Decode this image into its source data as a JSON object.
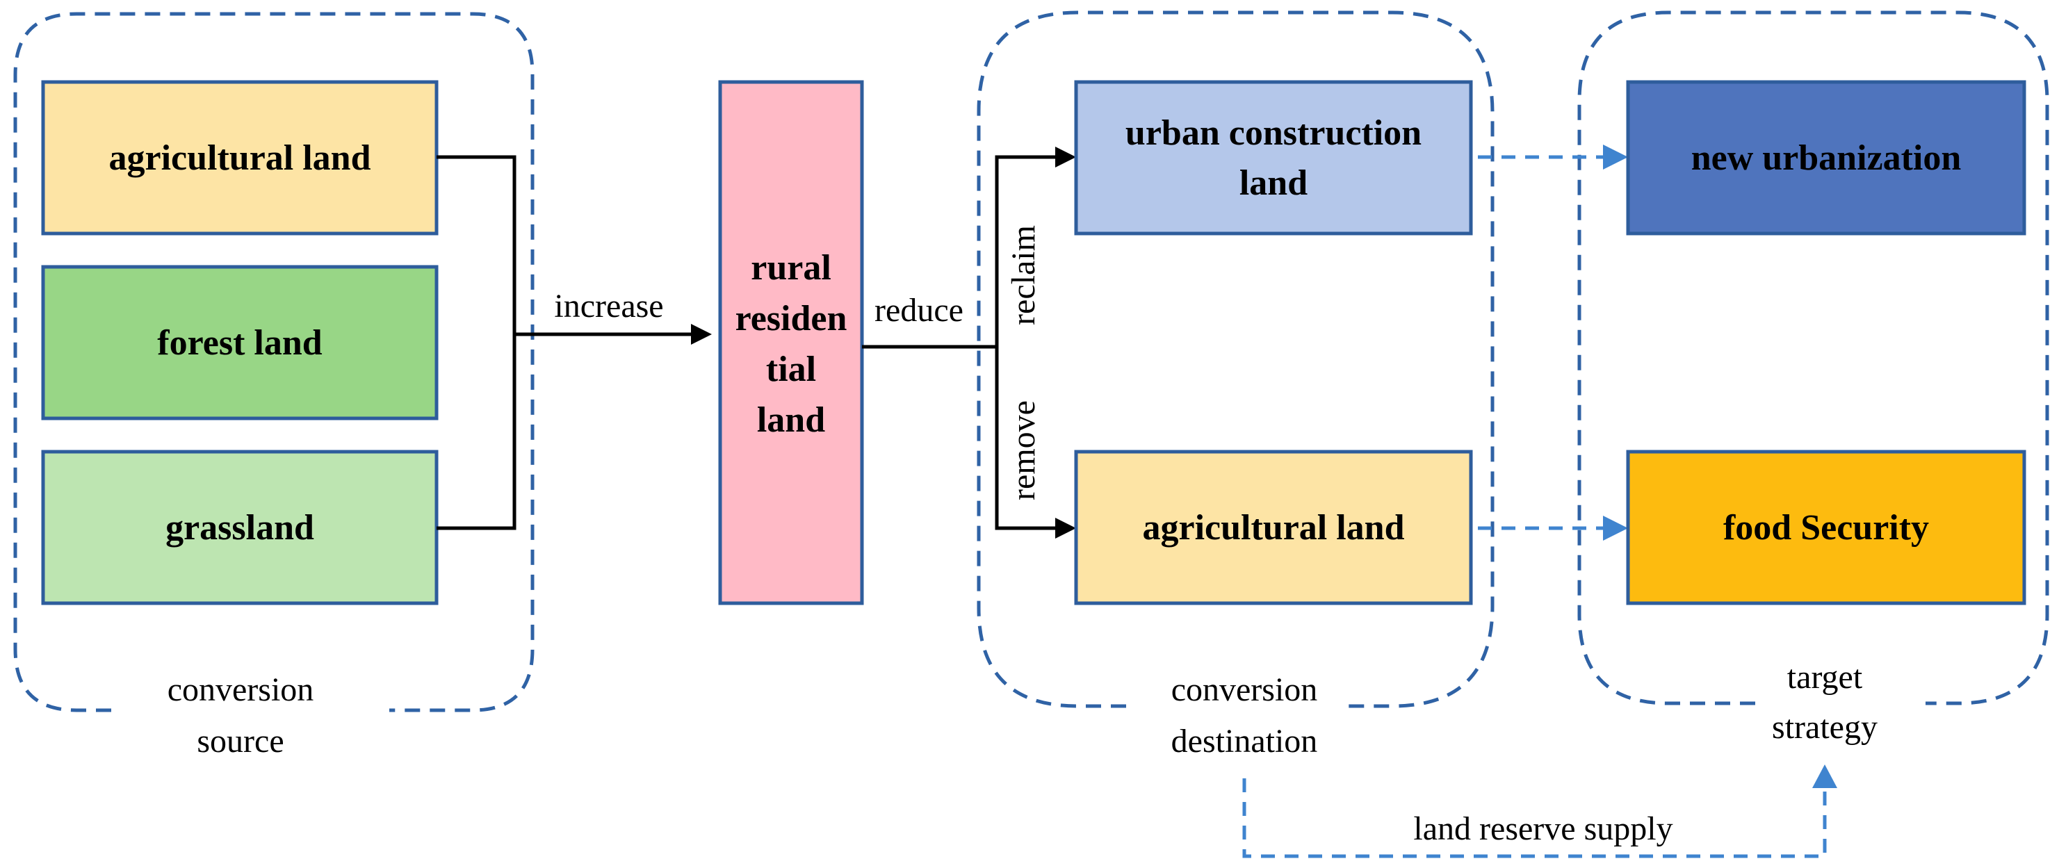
{
  "colors": {
    "agricultural": "#fde4a5",
    "forest": "#98d686",
    "grassland": "#bde5b1",
    "rural": "#ffbac6",
    "urban_construction": "#b4c7ea",
    "new_urbanization": "#4f74bd",
    "food_security": "#fdbb0f",
    "box_border": "#2e5d9c",
    "dashed": "#2f62a5",
    "dashed_arrow": "#3f84cf",
    "solid_arrow": "#000000"
  },
  "groups": {
    "source": {
      "line1": "conversion",
      "line2": "source"
    },
    "destination": {
      "line1": "conversion",
      "line2": "destination"
    },
    "strategy": {
      "line1": "target",
      "line2": "strategy"
    }
  },
  "nodes": {
    "agricultural_land_source": {
      "label": "agricultural land"
    },
    "forest_land": {
      "label": "forest land"
    },
    "grassland": {
      "label": "grassland"
    },
    "rural_residential_land": {
      "line1": "rural",
      "line2": "residen",
      "line3": "tial",
      "line4": "land"
    },
    "urban_construction_land": {
      "line1": "urban construction",
      "line2": "land"
    },
    "agricultural_land_destination": {
      "label": "agricultural land"
    },
    "new_urbanization": {
      "label": "new urbanization"
    },
    "food_security": {
      "label": "food Security"
    }
  },
  "edges": {
    "increase": "increase",
    "reduce": "reduce",
    "reclaim": "reclaim",
    "remove": "remove",
    "land_reserve_supply": "land reserve supply"
  }
}
